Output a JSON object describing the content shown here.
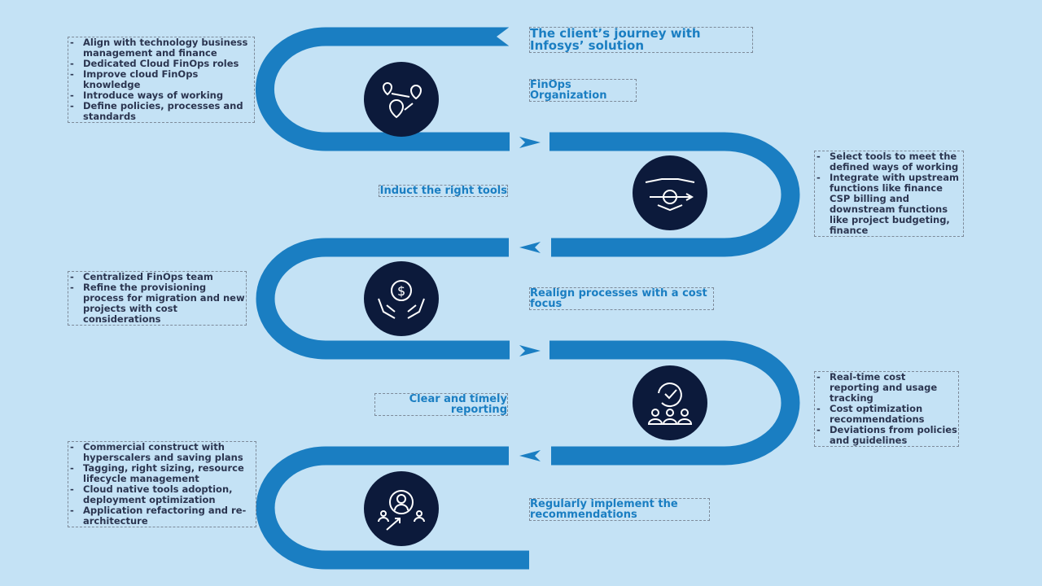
{
  "header": {
    "title": "The client’s journey with Infosys’ solution"
  },
  "colors": {
    "band": "#1a7ec2",
    "circle": "#0c1a3b",
    "background": "#c4e2f5"
  },
  "stages": [
    {
      "title": "FinOps Organization",
      "icon": "location-pins-icon",
      "bullets": [
        "Align with technology business management and finance",
        "Dedicated Cloud FinOps roles",
        "Improve cloud FinOps knowledge",
        "Introduce ways of working",
        "Define policies, processes and standards"
      ]
    },
    {
      "title": "Induct the right tools",
      "icon": "gear-handshake-icon",
      "bullets": [
        "Select tools to meet the defined ways of working",
        "Integrate with upstream functions like finance",
        "CSP billing and downstream functions like project budgeting, finance"
      ]
    },
    {
      "title": "Realign processes with a cost focus",
      "icon": "dollar-hands-icon",
      "bullets": [
        "Centralized FinOps team",
        "Refine the provisioning process for migration and new projects with cost considerations"
      ]
    },
    {
      "title": "Clear and timely reporting",
      "icon": "refresh-check-people-icon",
      "bullets": [
        "Real-time cost reporting and usage tracking",
        "Cost optimization recommendations",
        "Deviations from policies and guidelines"
      ]
    },
    {
      "title": "Regularly implement the recommendations",
      "icon": "people-growth-icon",
      "bullets": [
        "Commercial construct with hyperscalers and saving plans",
        "Tagging, right sizing, resource lifecycle management",
        "Cloud native tools adoption, deployment optimization",
        "Application refactoring and re-architecture"
      ]
    }
  ]
}
